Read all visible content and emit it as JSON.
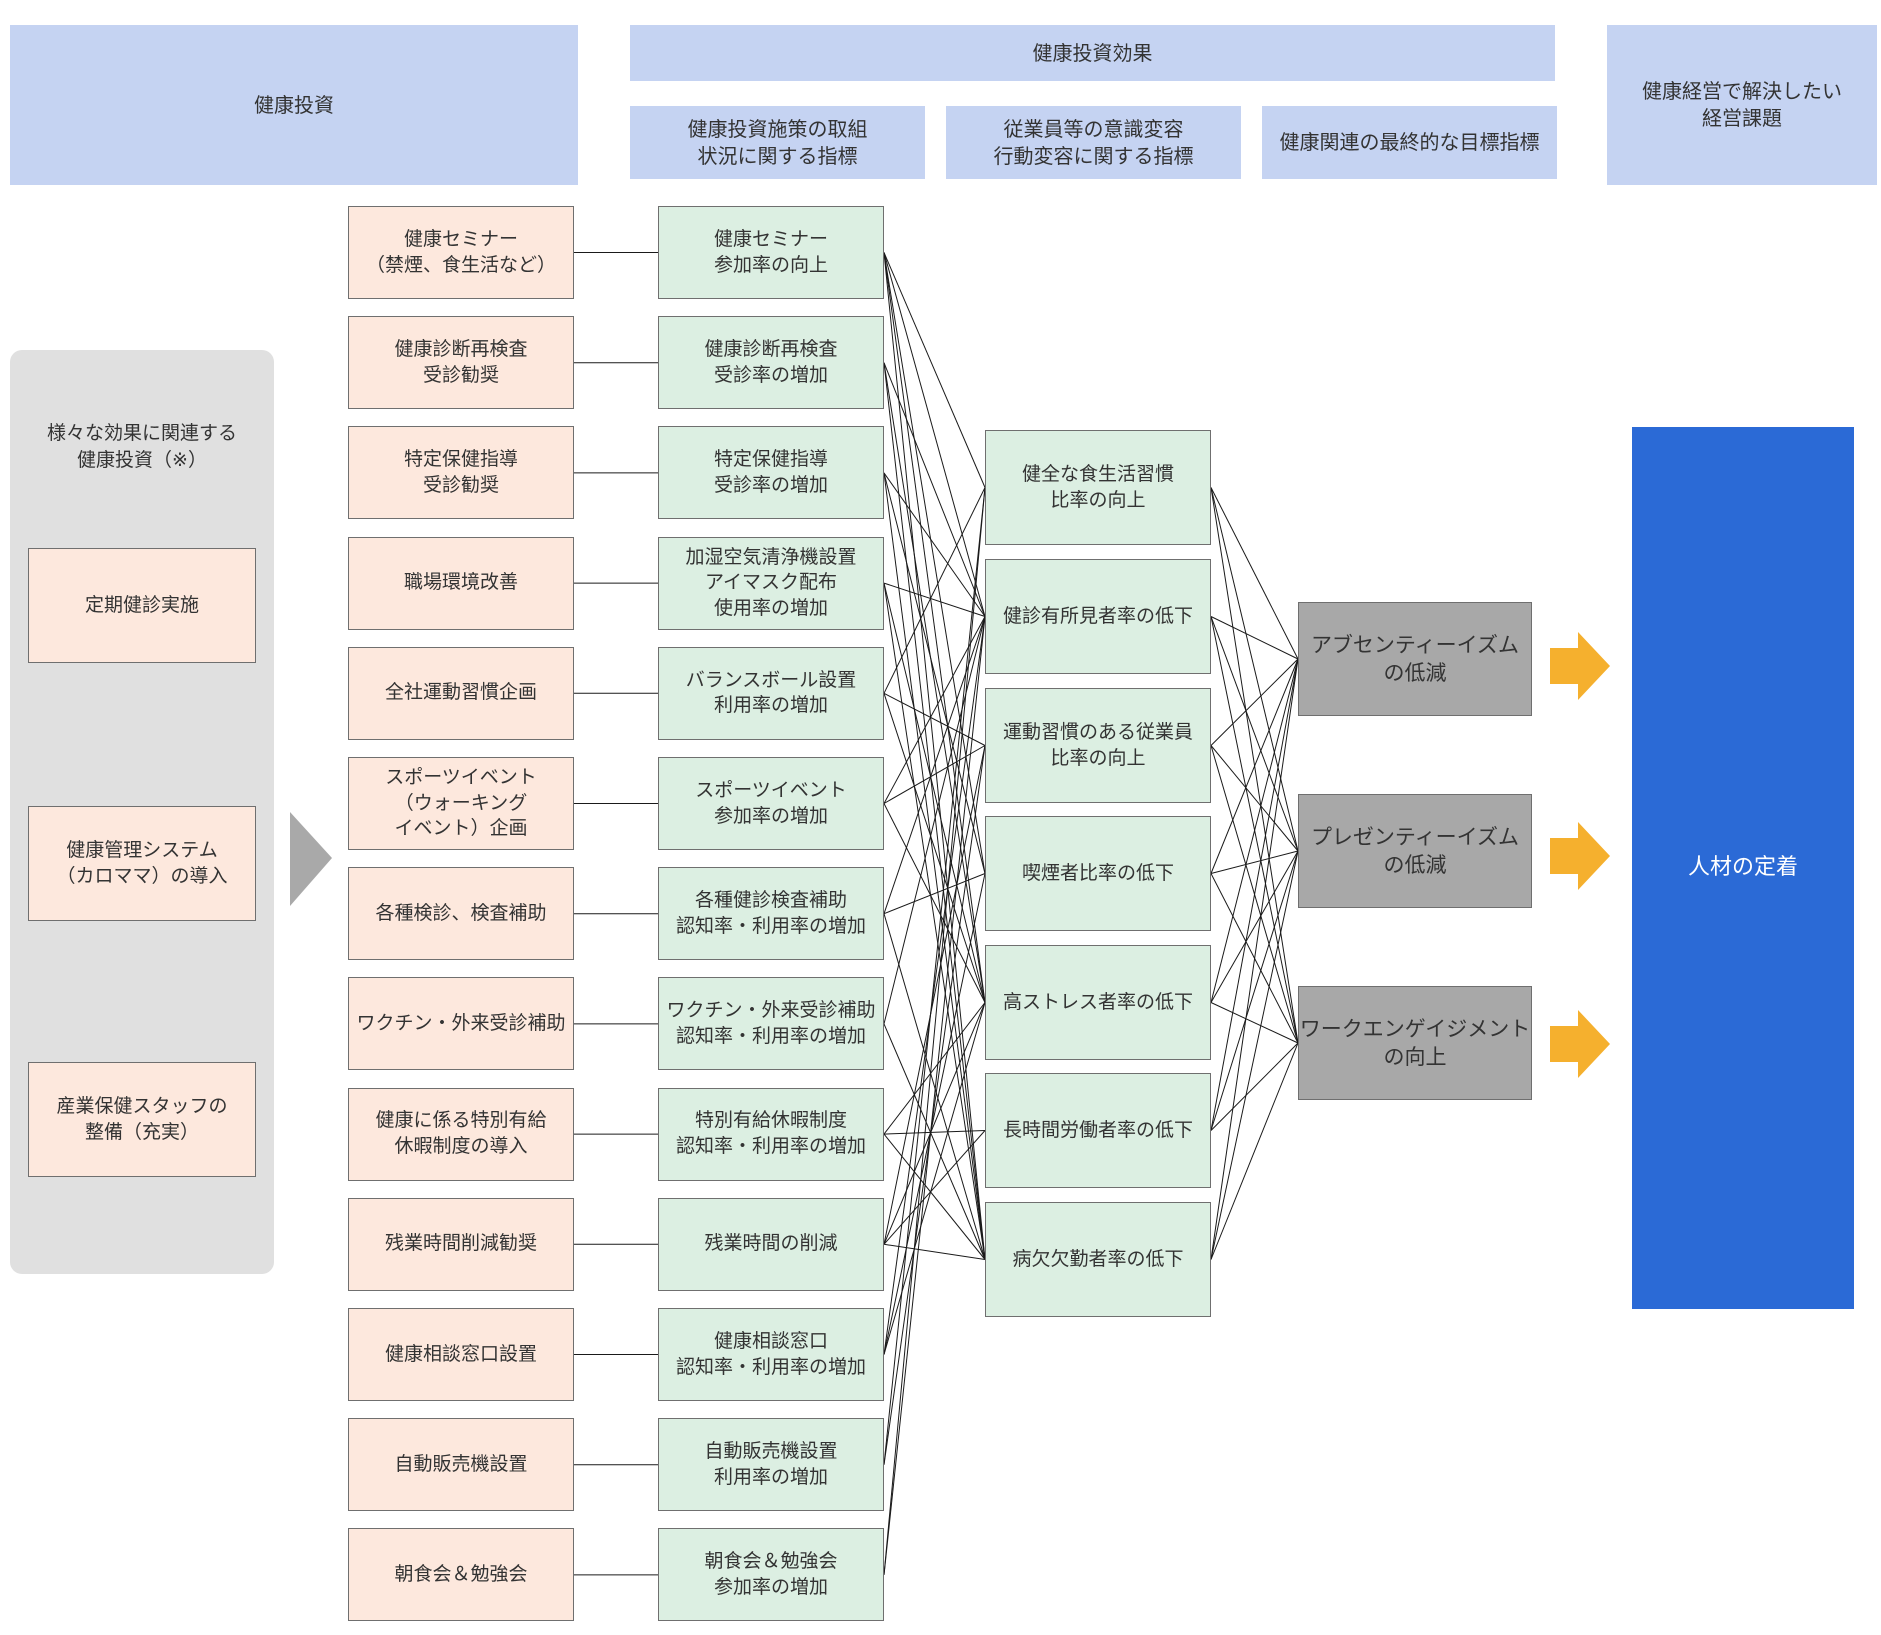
{
  "headers": {
    "investment": "健康投資",
    "effects": "健康投資効果",
    "col_status": "健康投資施策の取組\n状況に関する指標",
    "col_awareness": "従業員等の意識変容\n行動変容に関する指標",
    "col_goal": "健康関連の最終的な目標指標",
    "issues": "健康経営で解決したい\n経営課題"
  },
  "side_panel": {
    "title": "様々な効果に関連する\n健康投資（※）",
    "items": [
      "定期健診実施",
      "健康管理システム\n（カロママ）の導入",
      "産業保健スタッフの\n整備（充実）"
    ]
  },
  "investments": [
    "健康セミナー\n（禁煙、食生活など）",
    "健康診断再検査\n受診勧奨",
    "特定保健指導\n受診勧奨",
    "職場環境改善",
    "全社運動習慣企画",
    "スポーツイベント\n（ウォーキング\nイベント）企画",
    "各種検診、検査補助",
    "ワクチン・外来受診補助",
    "健康に係る特別有給\n休暇制度の導入",
    "残業時間削減勧奨",
    "健康相談窓口設置",
    "自動販売機設置",
    "朝食会＆勉強会"
  ],
  "status_indicators": [
    "健康セミナー\n参加率の向上",
    "健康診断再検査\n受診率の増加",
    "特定保健指導\n受診率の増加",
    "加湿空気清浄機設置\nアイマスク配布\n使用率の増加",
    "バランスボール設置\n利用率の増加",
    "スポーツイベント\n参加率の増加",
    "各種健診検査補助\n認知率・利用率の増加",
    "ワクチン・外来受診補助\n認知率・利用率の増加",
    "特別有給休暇制度\n認知率・利用率の増加",
    "残業時間の削減",
    "健康相談窓口\n認知率・利用率の増加",
    "自動販売機設置\n利用率の増加",
    "朝食会＆勉強会\n参加率の増加"
  ],
  "goal_indicators": [
    "健全な食生活習慣\n比率の向上",
    "健診有所見者率の低下",
    "運動習慣のある従業員\n比率の向上",
    "喫煙者比率の低下",
    "高ストレス者率の低下",
    "長時間労働者率の低下",
    "病欠欠勤者率の低下"
  ],
  "outcomes": [
    "アブセンティーイズム\nの低減",
    "プレゼンティーイズム\nの低減",
    "ワークエンゲイジメント\nの向上"
  ],
  "final_issue": "人材の定着",
  "links_status_to_goal": [
    [
      0,
      1,
      3,
      4,
      6
    ],
    [
      1,
      4,
      6
    ],
    [
      1,
      3,
      6
    ],
    [
      1,
      4,
      6
    ],
    [
      0,
      2,
      4
    ],
    [
      1,
      2,
      4
    ],
    [
      1,
      3,
      6
    ],
    [
      1,
      6
    ],
    [
      4,
      5,
      6
    ],
    [
      2,
      4,
      5,
      6
    ],
    [
      1,
      3,
      4
    ],
    [
      0,
      2
    ],
    [
      0,
      1
    ]
  ],
  "links_goal_to_outcome": [
    [
      0,
      1,
      2
    ],
    [
      0,
      1,
      2
    ],
    [
      0,
      1,
      2
    ],
    [
      0,
      1,
      2
    ],
    [
      0,
      1,
      2
    ],
    [
      0,
      1,
      2
    ],
    [
      0,
      1,
      2
    ]
  ],
  "colors": {
    "header_fill": "#c5d3f2",
    "investment_fill": "#fde8dd",
    "indicator_fill": "#dcefe2",
    "outcome_fill": "#a8a8a8",
    "final_fill": "#2b6ad6",
    "arrow_fill": "#f5b02e",
    "panel_fill": "#e0e0e0",
    "panel_arrow_fill": "#a9a9a9",
    "line": "#1a1a1a"
  }
}
